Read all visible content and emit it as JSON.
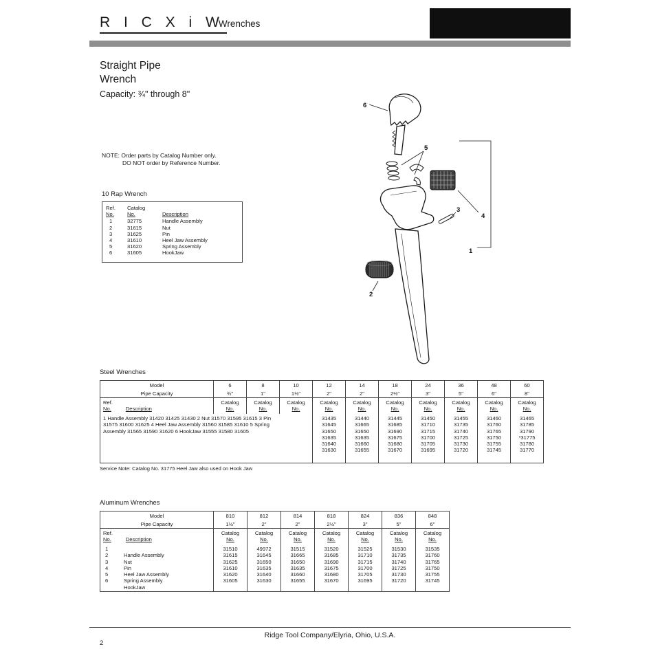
{
  "header": {
    "logo": "R I C X i W",
    "section": "Wrenches"
  },
  "title": {
    "line1": "Straight Pipe",
    "line2": "Wrench",
    "capacity": "Capacity: ¾\" through 8\""
  },
  "note": {
    "line1": "NOTE: Order parts by Catalog Number only.",
    "line2": "DO NOT order by Reference Number."
  },
  "rap": {
    "title": "10 Rap Wrench",
    "col_ref_l1": "Ref.",
    "col_ref_l2": "No.",
    "col_cat_l1": "Catalog",
    "col_cat_l2": "No.",
    "col_desc": "Description",
    "rows": [
      {
        "ref": "1",
        "cat": "32775",
        "desc": "Handle Assembly"
      },
      {
        "ref": "2",
        "cat": "31615",
        "desc": "Nut"
      },
      {
        "ref": "3",
        "cat": "31625",
        "desc": "Pin"
      },
      {
        "ref": "4",
        "cat": "31610",
        "desc": "Heel Jaw Assembly"
      },
      {
        "ref": "5",
        "cat": "31620",
        "desc": "Spring Assembly"
      },
      {
        "ref": "6",
        "cat": "31605",
        "desc": "HookJaw"
      }
    ]
  },
  "diagram": {
    "callouts": {
      "c1": "1",
      "c2": "2",
      "c3": "3",
      "c4": "4",
      "c5": "5",
      "c6": "6"
    }
  },
  "steel": {
    "title": "Steel Wrenches",
    "model_label": "Model",
    "capacity_label": "Pipe Capacity",
    "ref_l1": "Ref.",
    "ref_l2": "No.",
    "desc_header": "Description",
    "cat_l1": "Catalog",
    "cat_l2": "No.",
    "models": [
      "6",
      "8",
      "10",
      "12",
      "14",
      "18",
      "24",
      "36",
      "48",
      "60"
    ],
    "capacities": [
      "¾\"",
      "1\"",
      "1½\"",
      "2\"",
      "2\"",
      "2½\"",
      "3\"",
      "5\"",
      "6\"",
      "8\""
    ],
    "flow_lines": [
      "1 Handle Assembly 31420 31425 31430 2 Nut 31570 31595 31615 3 Pin",
      "31575 31600 31625 4 Heel Jaw Assembly 31560 31585 31610 5 Spring",
      "Assembly 31565 31590 31620 6 HookJaw 31555 31580 31605"
    ],
    "values": [
      [
        "31435",
        "31645",
        "31650",
        "31635",
        "31640",
        "31630"
      ],
      [
        "31440",
        "31665",
        "31650",
        "31635",
        "31660",
        "31655"
      ],
      [
        "31445",
        "31685",
        "31690",
        "31675",
        "31680",
        "31670"
      ],
      [
        "31450",
        "31710",
        "31715",
        "31700",
        "31705",
        "31695"
      ],
      [
        "31455",
        "31735",
        "31740",
        "31725",
        "31730",
        "31720"
      ],
      [
        "31460",
        "31760",
        "31765",
        "31750",
        "31755",
        "31745"
      ],
      [
        "31465",
        "31785",
        "31790",
        "*31775",
        "31780",
        "31770"
      ]
    ],
    "service_note": "Service Note: Catalog No. 31775 Heel Jaw also used on Hook Jaw"
  },
  "aluminum": {
    "title": "Aluminum Wrenches",
    "model_label": "Model",
    "capacity_label": "Pipe Capacity",
    "ref_l1": "Ref.",
    "ref_l2": "No.",
    "desc_header": "Description",
    "cat_l1": "Catalog",
    "cat_l2": "No.",
    "models": [
      "810",
      "812",
      "814",
      "818",
      "824",
      "836",
      "848"
    ],
    "capacities": [
      "1½\"",
      "2\"",
      "2\"",
      "2½\"",
      "3\"",
      "5\"",
      "6\""
    ],
    "refs": [
      "1",
      "2",
      "3",
      "4",
      "5",
      "6",
      ""
    ],
    "descs": [
      "",
      "Handle Assembly",
      "Nut",
      "Pin",
      "Heel Jaw Assembly",
      "Spring Assembly",
      "HookJaw"
    ],
    "values": [
      [
        "31510",
        "31615",
        "31625",
        "31610",
        "31620",
        "31605"
      ],
      [
        "49972",
        "31645",
        "31650",
        "31635",
        "31640",
        "31630"
      ],
      [
        "31515",
        "31665",
        "31650",
        "31635",
        "31660",
        "31655"
      ],
      [
        "31520",
        "31685",
        "31690",
        "31675",
        "31680",
        "31670"
      ],
      [
        "31525",
        "31710",
        "31715",
        "31700",
        "31705",
        "31695"
      ],
      [
        "31530",
        "31735",
        "31740",
        "31725",
        "31730",
        "31720"
      ],
      [
        "31535",
        "31760",
        "31765",
        "31750",
        "31755",
        "31745"
      ]
    ]
  },
  "footer": {
    "company": "Ridge Tool Company/Elyria, Ohio, U.S.A.",
    "page": "2"
  }
}
